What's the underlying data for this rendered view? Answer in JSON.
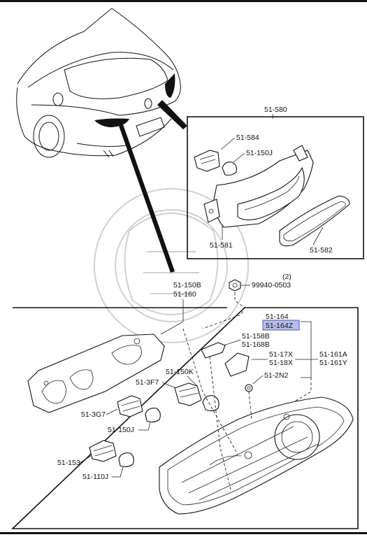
{
  "inset": {
    "title": "51-580",
    "parts": [
      {
        "code": "51-584"
      },
      {
        "code": "51-150J"
      },
      {
        "code": "51-581"
      },
      {
        "code": "51-582"
      }
    ]
  },
  "main": {
    "top_label_1": "51-150B",
    "top_label_2": "51-160",
    "qty": "(2)",
    "bolt": "99940-0503",
    "highlighted": "51-164Z",
    "labels": {
      "p164": "51-164",
      "p158b": "51-158B",
      "p168b": "51-168B",
      "p17x": "51-17X",
      "p18x": "51-18X",
      "p161a": "51-161A",
      "p161y": "51-161Y",
      "p150k": "51-150K",
      "p3f7": "51-3F7",
      "p2n2": "51-2N2",
      "p3g7": "51-3G7",
      "p150j": "51-150J",
      "p153": "51-153",
      "p110j": "51-110J"
    }
  },
  "colors": {
    "highlight_fill": "#b8bde8",
    "highlight_border": "#4a57c8",
    "line": "#111111"
  }
}
